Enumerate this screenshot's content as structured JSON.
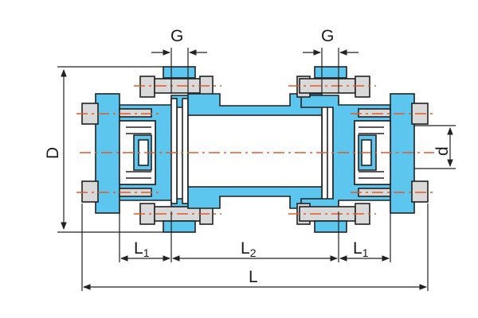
{
  "labels": {
    "gap_left": "G",
    "gap_right": "G",
    "outer_diameter": "D",
    "bore_diameter": "d",
    "hub_length_left": "L",
    "hub_length_left_sub": "1",
    "spacer_length": "L",
    "spacer_length_sub": "2",
    "hub_length_right": "L",
    "hub_length_right_sub": "1",
    "total_length": "L"
  },
  "colors": {
    "body": "#5cc6ef",
    "bolt": "#d9d9d9",
    "centerline": "#e05a2a",
    "outline": "#222222"
  }
}
